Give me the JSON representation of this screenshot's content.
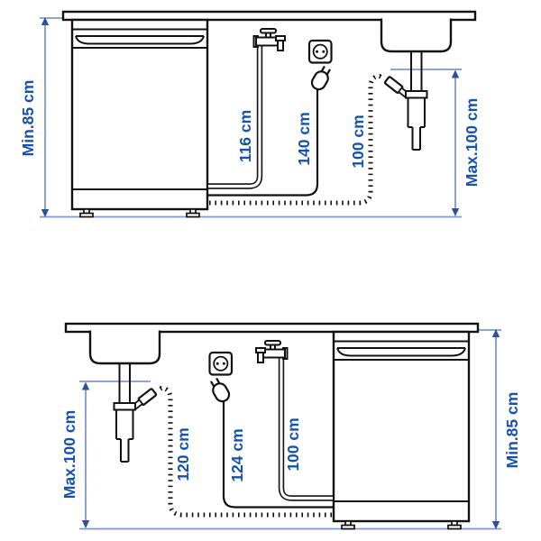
{
  "colors": {
    "label_text": "#1552AE",
    "dimension_line": "#7F98D0",
    "dimension_arrow": "#2D4FA0",
    "linework": "#111111",
    "background": "#FFFFFF"
  },
  "icons": {
    "faucet": "faucet-icon",
    "outlet": "power-outlet-icon",
    "plug": "power-plug-icon",
    "sink": "sink-with-drain-trap",
    "dishwasher": "dishwasher-under-counter",
    "drain_hose": "dashed-drain-hose",
    "supply_pipe": "water-supply-pipe",
    "power_cord": "power-cord"
  },
  "diagrams": [
    {
      "name": "dishwasher-left-sink-right",
      "labels": {
        "height_left": "Min.85 cm",
        "supply_hose": "116 cm",
        "power_cord": "140 cm",
        "drain_hose": "100 cm",
        "height_right": "Max.100 cm"
      }
    },
    {
      "name": "sink-left-dishwasher-right",
      "labels": {
        "height_left": "Max.100 cm",
        "drain_hose": "120 cm",
        "power_cord": "124 cm",
        "supply_hose": "100 cm",
        "height_right": "Min.85 cm"
      }
    }
  ]
}
